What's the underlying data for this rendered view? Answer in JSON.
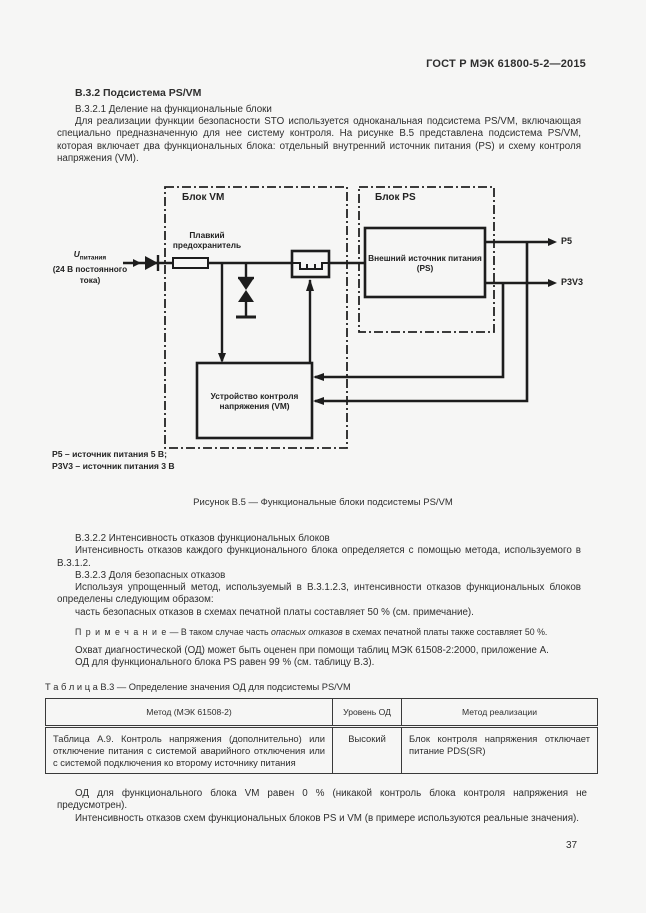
{
  "page": {
    "header": "ГОСТ Р МЭК 61800-5-2—2015",
    "page_number": "37"
  },
  "intro": {
    "h_b32": "В.3.2 Подсистема PS/VM",
    "h_b321": "В.3.2.1 Деление на функциональные блоки",
    "p_intro": "Для реализации функции безопасности STO используется одноканальная подсистема PS/VM, включающая специально предназначенную для нее систему контроля. На рисунке В.5 представлена подсистема PS/VM, которая включает два функциональных блока: отдельный внутренний источник питания (PS) и схему контроля напряжения (VM)."
  },
  "figure": {
    "vm_block_label": "Блок VM",
    "ps_block_label": "Блок PS",
    "fuse_label_line1": "Плавкий",
    "fuse_label_line2": "предохранитель",
    "ps_source_label": "Внешний источник питания (PS)",
    "vm_device_label": "Устройство контроля напряжения (VM)",
    "input_u": "U",
    "input_u_sub": "питания",
    "input_line2": "(24 В постоянного",
    "input_line3": "тока)",
    "out_p5": "P5",
    "out_p3v3": "P3V3",
    "legend_line1": "P5 – источник питания 5 В;",
    "legend_line2": "P3V3 – источник питания 3 В",
    "caption": "Рисунок В.5 — Функциональные блоки подсистемы PS/VM"
  },
  "body": {
    "h_b322": "В.3.2.2 Интенсивность отказов функциональных блоков",
    "p_intensity": "Интенсивность отказов каждого функционального блока определяется с помощью метода, используемого в В.3.1.2.",
    "h_b323": "В.3.2.3 Доля безопасных отказов",
    "p_method": "Используя упрощенный метод, используемый в В.3.1.2.3, интенсивности отказов функциональных блоков определены следующим образом:",
    "p_share": "часть безопасных отказов в схемах печатной платы составляет 50 % (см. примечание).",
    "note_label": "П р и м е ч а н и е",
    "note_dash": " — ",
    "note_before": "В таком случае часть ",
    "note_italic": "опасных отказов",
    "note_after": " в схемах печатной платы также составляет 50 %.",
    "p_od1": "Охват диагностической (ОД) может быть оценен при помощи таблиц МЭК 61508-2:2000, приложение А.",
    "p_od2": "ОД для функционального блока PS равен 99 % (см. таблицу В.3)."
  },
  "table": {
    "caption_label": "Т а б л и ц а   В.3",
    "caption_dash": " — ",
    "caption_text": "Определение значения ОД для подсистемы PS/VM",
    "headers": [
      "Метод (МЭК 61508-2)",
      "Уровень ОД",
      "Метод реализации"
    ],
    "row": {
      "method": "Таблица А.9. Контроль напряжения (дополнительно) или отключение питания с системой аварийного отключения или с системой подключения ко второму источнику питания",
      "level": "Высокий",
      "implementation": "Блок контроля напряжения отключает питание PDS(SR)"
    }
  },
  "footer": {
    "p_vm": "ОД для функционального блока VM равен 0 % (никакой контроль блока контроля напряжения не предусмотрен).",
    "p_fail": "Интенсивность отказов схем функциональных блоков PS и VM (в примере используются реальные значения)."
  }
}
